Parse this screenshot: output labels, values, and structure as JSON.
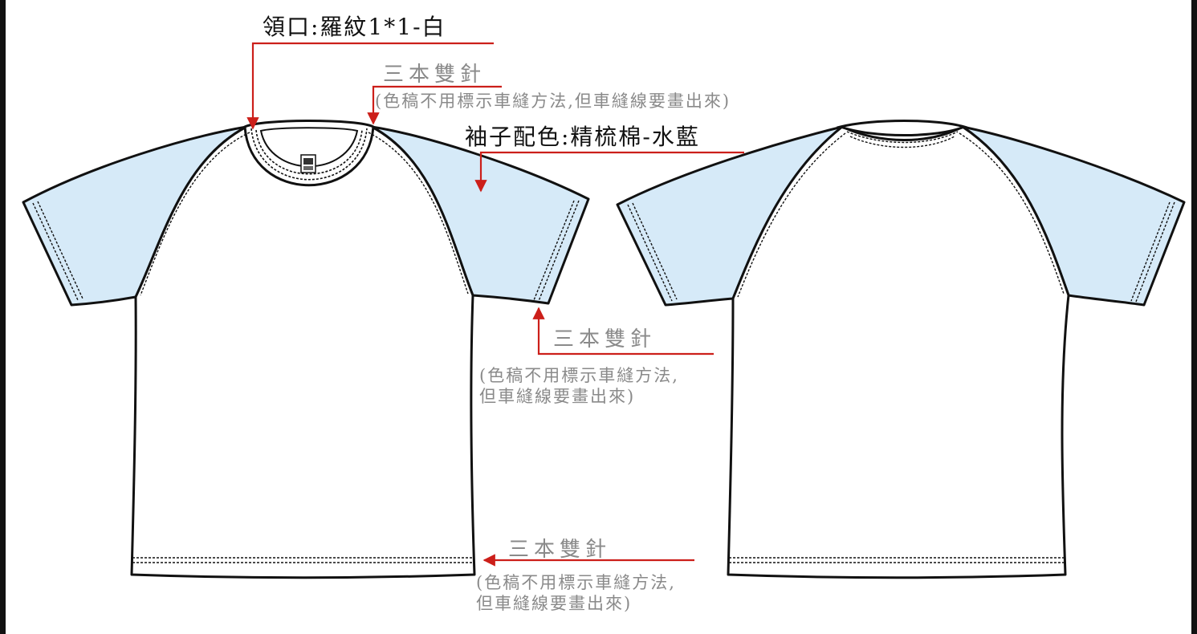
{
  "colors": {
    "sleeve_fill": "#d6eaf8",
    "body_fill": "#ffffff",
    "outline": "#111111",
    "annotation_line": "#cc1f1a",
    "note_text": "#8a8a8a"
  },
  "annotations": {
    "collar": "領口:羅紋1*1-白",
    "sleeve_color": "袖子配色:精梳棉-水藍",
    "shoulder_stitch": {
      "title": "三本雙針",
      "note": "(色稿不用標示車縫方法,但車縫線要畫出來)"
    },
    "armhole_stitch": {
      "title": "三本雙針",
      "note_line1": "(色稿不用標示車縫方法,",
      "note_line2": "但車縫線要畫出來)"
    },
    "hem_stitch": {
      "title": "三本雙針",
      "note_line1": "(色稿不用標示車縫方法,",
      "note_line2": "但車縫線要畫出來)"
    }
  }
}
